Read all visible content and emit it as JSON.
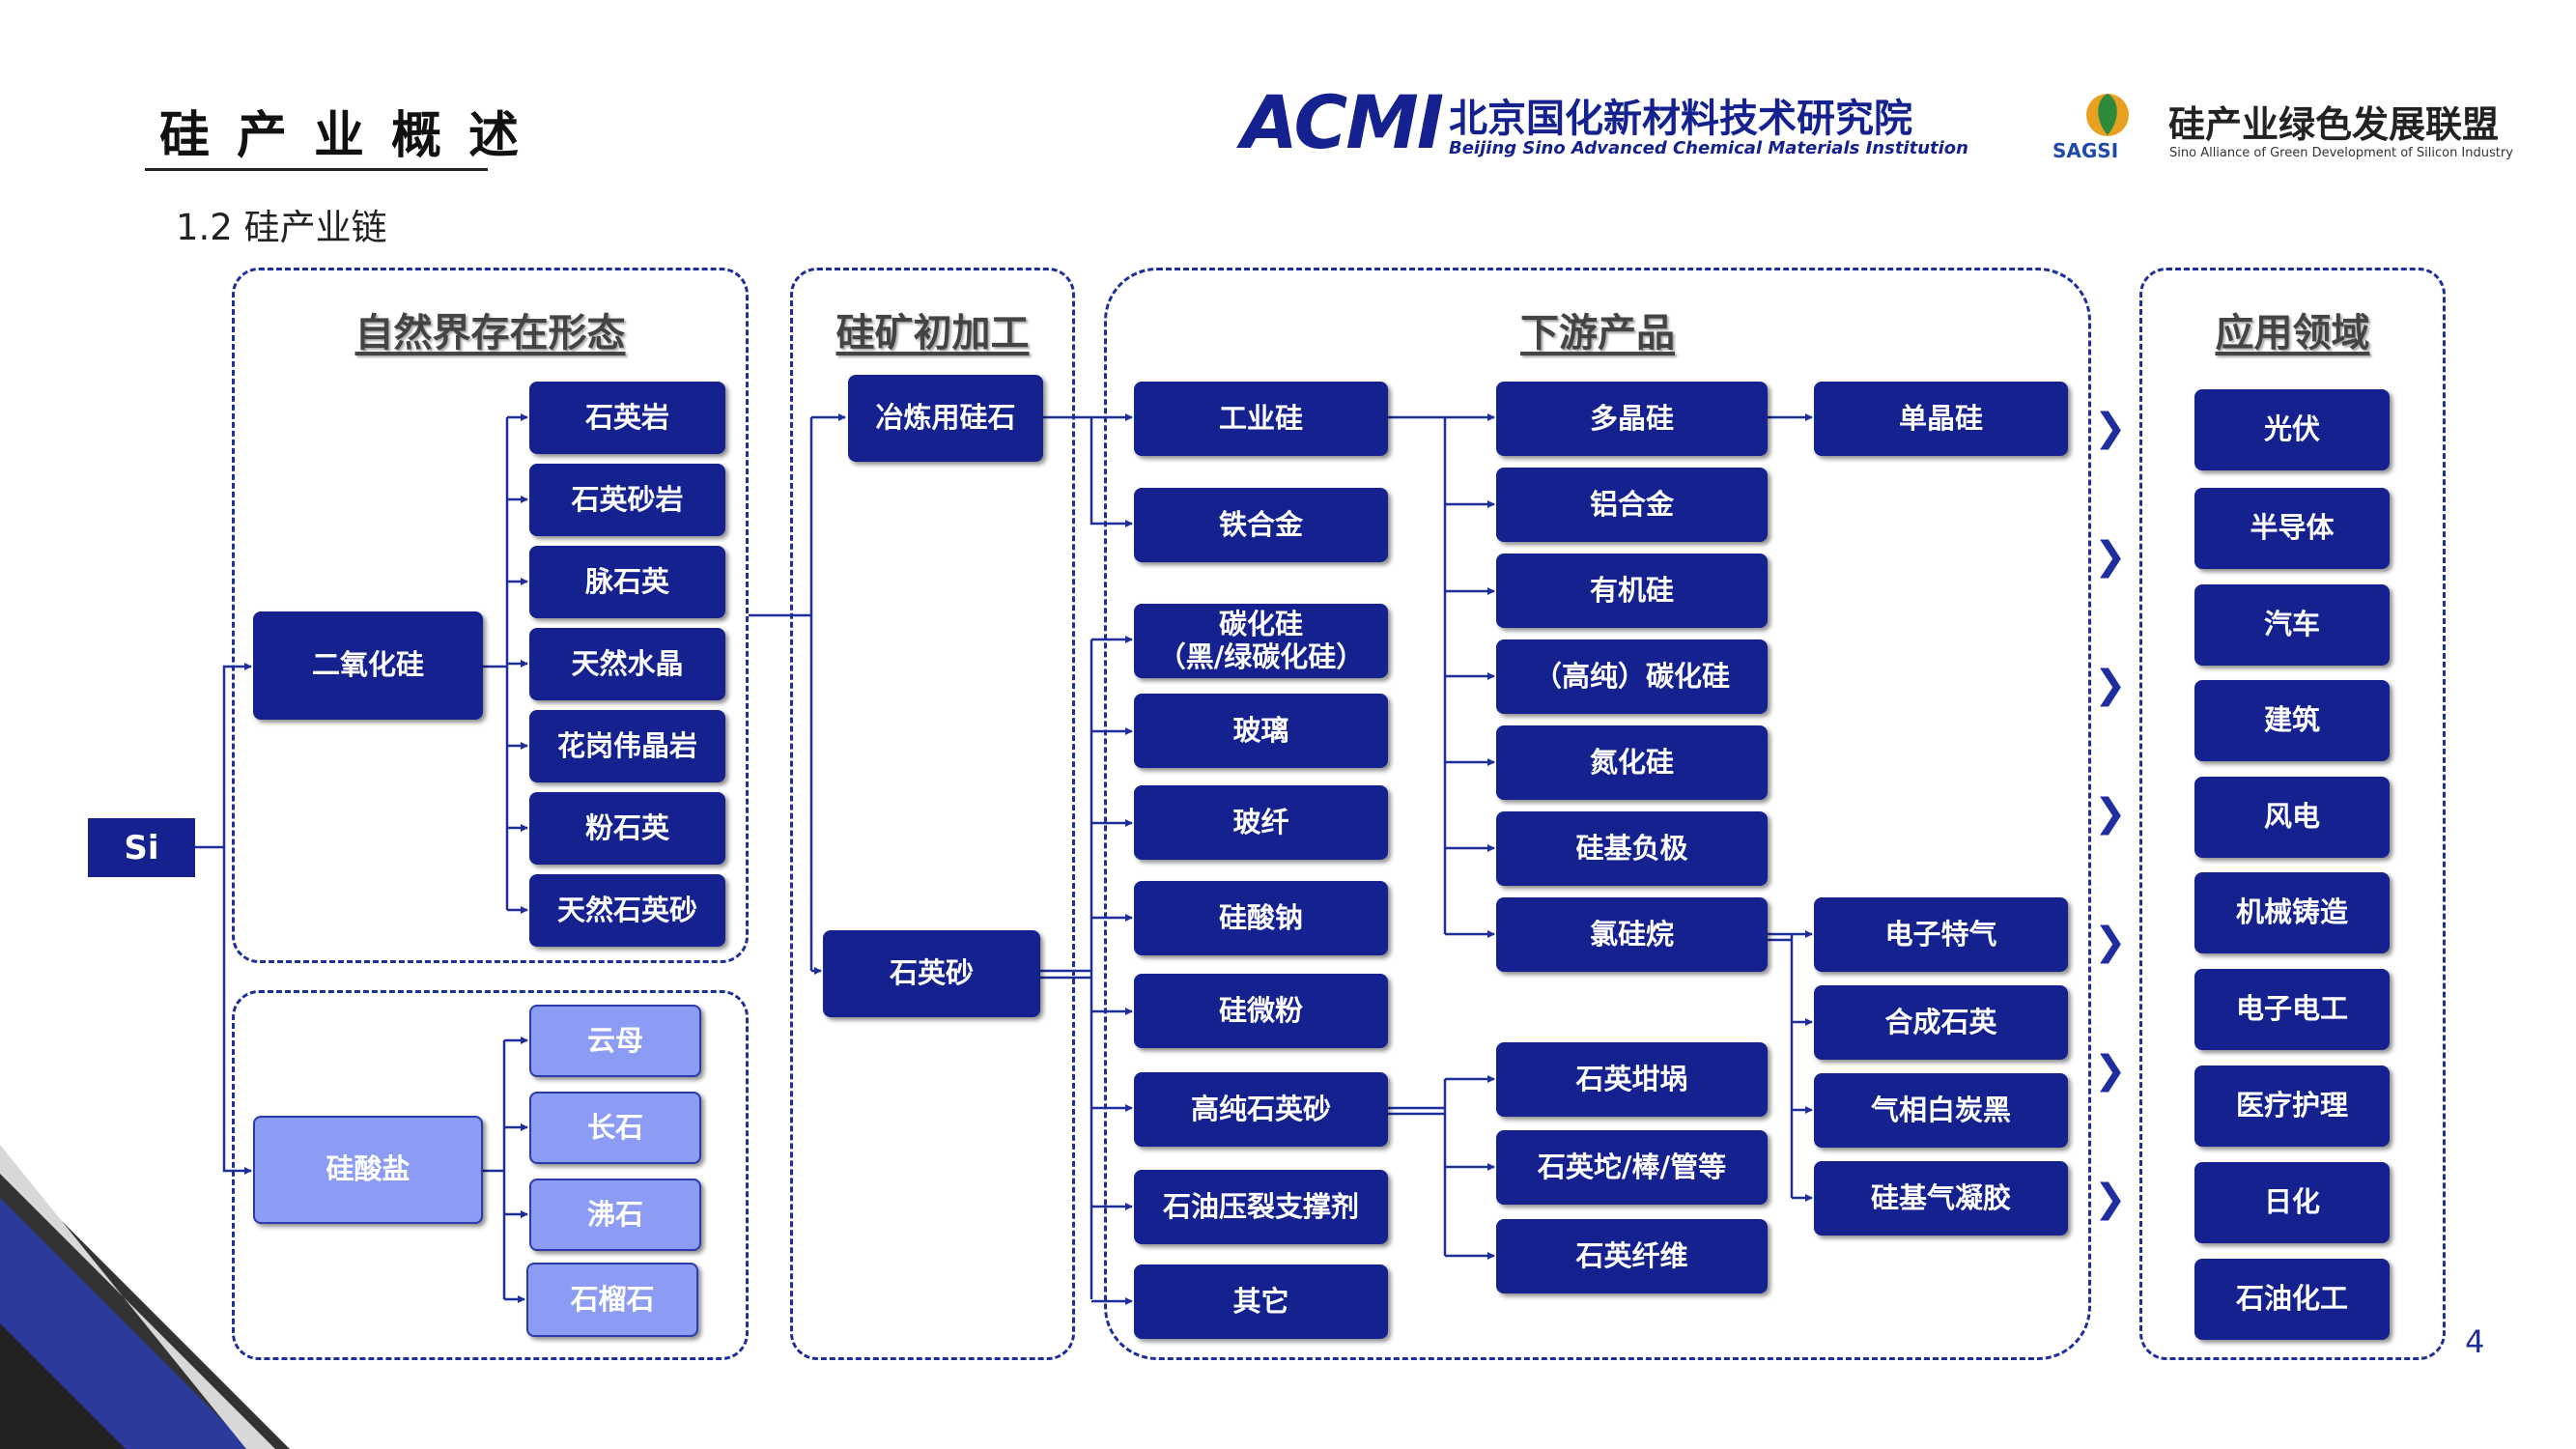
{
  "header": {
    "title": "硅产业概述",
    "subtitle": "1.2 硅产业链",
    "acmi": {
      "mark": "ACMI",
      "name_cn": "北京国化新材料技术研究院",
      "name_en": "Beijing Sino Advanced Chemical Materials Institution"
    },
    "sagsi": {
      "abbr": "SAGSI",
      "name_cn": "硅产业绿色发展联盟",
      "name_en": "Sino Alliance of Green Development of Silicon Industry"
    }
  },
  "sections": {
    "natural": "自然界存在形态",
    "processing": "硅矿初加工",
    "downstream": "下游产品",
    "application": "应用领域"
  },
  "root": "Si",
  "natural": {
    "silica": "二氧化硅",
    "silica_children": [
      "石英岩",
      "石英砂岩",
      "脉石英",
      "天然水晶",
      "花岗伟晶岩",
      "粉石英",
      "天然石英砂"
    ],
    "silicate": "硅酸盐",
    "silicate_children": [
      "云母",
      "长石",
      "沸石",
      "石榴石"
    ]
  },
  "processing": {
    "smelting": "冶炼用硅石",
    "quartz_sand": "石英砂"
  },
  "downstream": {
    "col1": [
      "工业硅",
      "铁合金",
      "碳化硅\n（黑/绿碳化硅）",
      "玻璃",
      "玻纤",
      "硅酸钠",
      "硅微粉",
      "高纯石英砂",
      "石油压裂支撑剂",
      "其它"
    ],
    "col2_top": [
      "多晶硅",
      "铝合金",
      "有机硅",
      "（高纯）碳化硅",
      "氮化硅",
      "硅基负极",
      "氯硅烷"
    ],
    "col2_bottom": [
      "石英坩埚",
      "石英坨/棒/管等",
      "石英纤维"
    ],
    "col3_top": [
      "单晶硅"
    ],
    "col3_bottom": [
      "电子特气",
      "合成石英",
      "气相白炭黑",
      "硅基气凝胶"
    ]
  },
  "applications": [
    "光伏",
    "半导体",
    "汽车",
    "建筑",
    "风电",
    "机械铸造",
    "电子电工",
    "医疗护理",
    "日化",
    "石油化工"
  ],
  "page_number": "4",
  "colors": {
    "primary": "#14218f",
    "light": "#8c9cf4",
    "dash": "#1f2f9a"
  }
}
